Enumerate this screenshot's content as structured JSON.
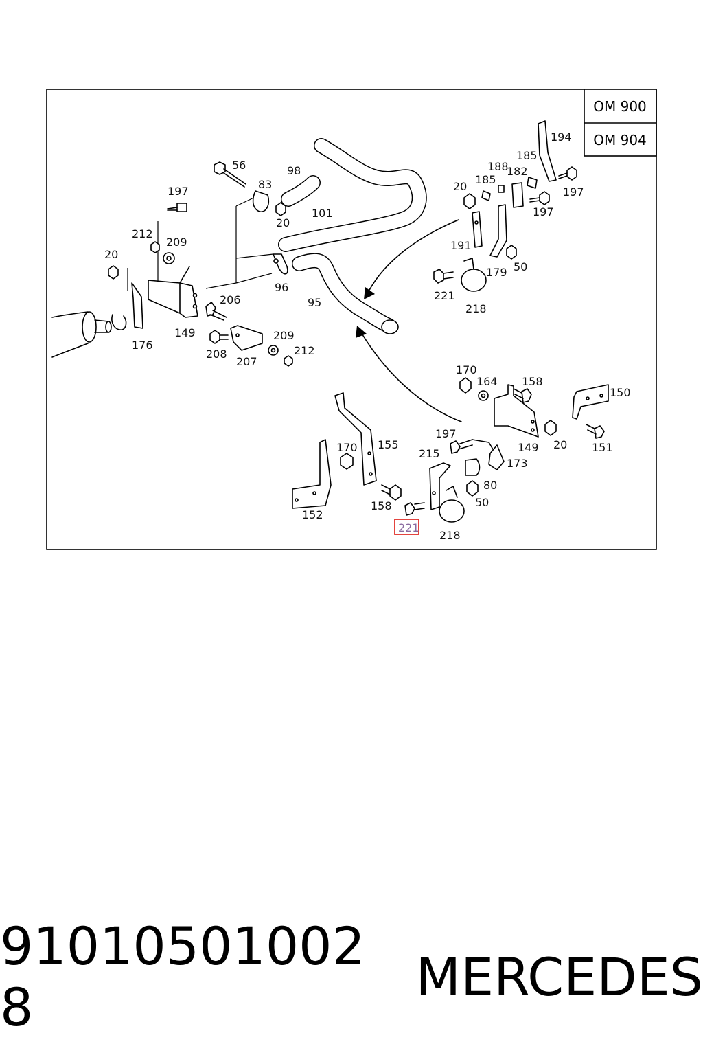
{
  "engine_variants": [
    "OM 900",
    "OM 904"
  ],
  "callouts": {
    "c56": "56",
    "c98": "98",
    "c83": "83",
    "c20a": "20",
    "c101": "101",
    "c197a": "197",
    "c212a": "212",
    "c209a": "209",
    "c20b": "20",
    "c96": "96",
    "c206": "206",
    "c95": "95",
    "c149a": "149",
    "c176": "176",
    "c208": "208",
    "c207": "207",
    "c209b": "209",
    "c212b": "212",
    "c194": "194",
    "c185a": "185",
    "c188": "188",
    "c182": "182",
    "c185b": "185",
    "c20c": "20",
    "c197b": "197",
    "c197c": "197",
    "c191": "191",
    "c179": "179",
    "c50a": "50",
    "c221a": "221",
    "c218a": "218",
    "c170a": "170",
    "c164": "164",
    "c158a": "158",
    "c150": "150",
    "c149b": "149",
    "c20d": "20",
    "c151": "151",
    "c197d": "197",
    "c215": "215",
    "c173": "173",
    "c80": "80",
    "c50b": "50",
    "c155": "155",
    "c170b": "170",
    "c152": "152",
    "c158b": "158",
    "c221b": "221",
    "c218b": "218"
  },
  "highlight": {
    "color": "#e0302a"
  },
  "caption": {
    "part_number": "91010501002​8",
    "brand": "MERCEDES"
  }
}
